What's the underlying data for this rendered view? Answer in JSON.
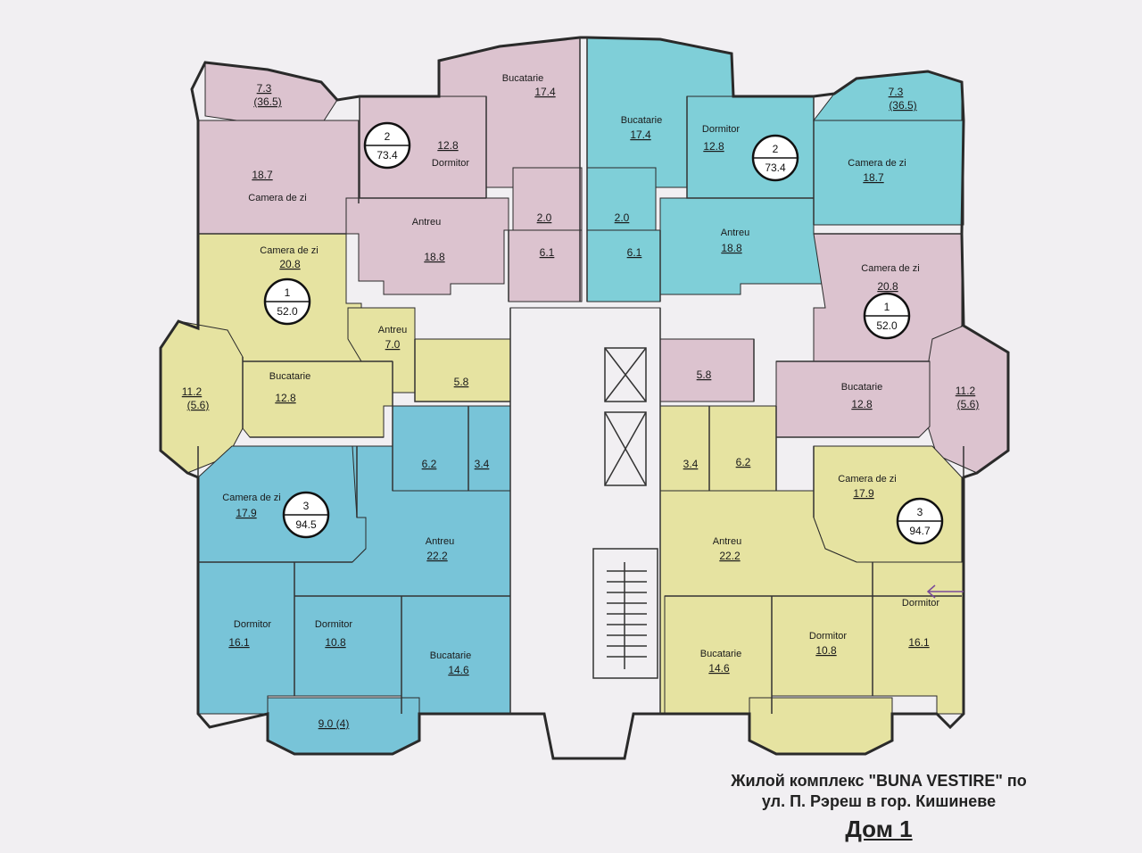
{
  "colors": {
    "pink": "#dcc3cf",
    "teal": "#7fcfd8",
    "yellow": "#e6e3a1",
    "blue": "#78c4d8",
    "core": "#f1eff2",
    "wall": "#2a2a2a"
  },
  "rooms": [
    {
      "id": "tl-balcony",
      "area": "7.3",
      "area2": "(36.5)"
    },
    {
      "id": "tl-living",
      "label": "Camera de zi",
      "area": "18.7"
    },
    {
      "id": "tl-bedroom",
      "label": "Dormitor",
      "area": "12.8"
    },
    {
      "id": "tl-kitchen",
      "label": "Bucatarie",
      "area": "17.4"
    },
    {
      "id": "tl-hall",
      "label": "Antreu",
      "area": "18.8"
    },
    {
      "id": "tl-wc",
      "area": "2.0"
    },
    {
      "id": "tl-bath",
      "area": "6.1"
    },
    {
      "id": "tr-balcony",
      "area": "7.3",
      "area2": "(36.5)"
    },
    {
      "id": "tr-living",
      "label": "Camera de zi",
      "area": "18.7"
    },
    {
      "id": "tr-bedroom",
      "label": "Dormitor",
      "area": "12.8"
    },
    {
      "id": "tr-kitchen",
      "label": "Bucatarie",
      "area": "17.4"
    },
    {
      "id": "tr-hall",
      "label": "Antreu",
      "area": "18.8"
    },
    {
      "id": "tr-wc",
      "area": "2.0"
    },
    {
      "id": "tr-bath",
      "area": "6.1"
    },
    {
      "id": "ml-living",
      "label": "Camera de zi",
      "area": "20.8"
    },
    {
      "id": "ml-hall",
      "label": "Antreu",
      "area": "7.0"
    },
    {
      "id": "ml-kitchen",
      "label": "Bucatarie",
      "area": "12.8"
    },
    {
      "id": "ml-bath",
      "area": "5.8"
    },
    {
      "id": "ml-balcony",
      "area": "11.2",
      "area2": "(5.6)"
    },
    {
      "id": "mr-living",
      "label": "Camera de zi",
      "area": "20.8"
    },
    {
      "id": "mr-kitchen",
      "label": "Bucatarie",
      "area": "12.8"
    },
    {
      "id": "mr-bath",
      "area": "5.8"
    },
    {
      "id": "mr-balcony",
      "area": "11.2",
      "area2": "(5.6)"
    },
    {
      "id": "bl-bath",
      "area": "6.2"
    },
    {
      "id": "bl-wc",
      "area": "3.4"
    },
    {
      "id": "bl-living",
      "label": "Camera de zi",
      "area": "17.9"
    },
    {
      "id": "bl-hall",
      "label": "Antreu",
      "area": "22.2"
    },
    {
      "id": "bl-bed1",
      "label": "Dormitor",
      "area": "16.1"
    },
    {
      "id": "bl-bed2",
      "label": "Dormitor",
      "area": "10.8"
    },
    {
      "id": "bl-kitchen",
      "label": "Bucatarie",
      "area": "14.6"
    },
    {
      "id": "bl-balcony",
      "area": "9.0  (4)"
    },
    {
      "id": "br-wc",
      "area": "3.4"
    },
    {
      "id": "br-bath",
      "area": "6.2"
    },
    {
      "id": "br-living",
      "label": "Camera de zi",
      "area": "17.9"
    },
    {
      "id": "br-hall",
      "label": "Antreu",
      "area": "22.2"
    },
    {
      "id": "br-kitchen",
      "label": "Bucatarie",
      "area": "14.6"
    },
    {
      "id": "br-bed2",
      "label": "Dormitor",
      "area": "10.8"
    },
    {
      "id": "br-bed1",
      "label": "Dormitor",
      "area": "16.1"
    }
  ],
  "badges": [
    {
      "id": "tl",
      "rooms": "2",
      "area": "73.4"
    },
    {
      "id": "tr",
      "rooms": "2",
      "area": "73.4"
    },
    {
      "id": "ml",
      "rooms": "1",
      "area": "52.0"
    },
    {
      "id": "mr",
      "rooms": "1",
      "area": "52.0"
    },
    {
      "id": "bl",
      "rooms": "3",
      "area": "94.5"
    },
    {
      "id": "br",
      "rooms": "3",
      "area": "94.7"
    }
  ],
  "caption": {
    "line1": "Жилой комплекс \"BUNA VESTIRE\" по",
    "line2": "ул. П. Рэреш в гор. Кишиневе",
    "house": "Дом 1"
  }
}
